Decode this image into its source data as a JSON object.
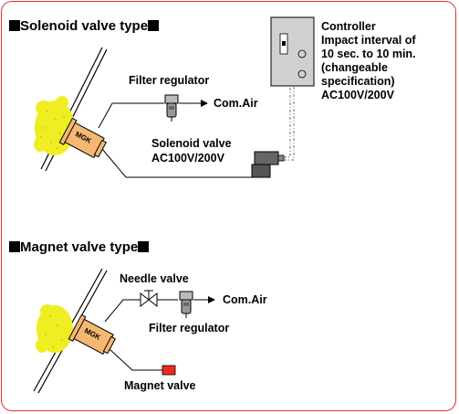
{
  "solenoid_section": {
    "title": "Solenoid valve type",
    "filter_regulator_label": "Filter regulator",
    "com_air_label": "Com.Air",
    "solenoid_valve_label": "Solenoid valve",
    "solenoid_valve_voltage": "AC100V/200V",
    "unit_label": "MGK",
    "controller": {
      "title": "Controller",
      "line1": "Impact interval of",
      "line2": "10 sec. to 10 min.",
      "line3": "(changeable",
      "line4": "specification)",
      "line5": "AC100V/200V"
    }
  },
  "magnet_section": {
    "title": "Magnet valve type",
    "needle_valve_label": "Needle valve",
    "com_air_label": "Com.Air",
    "filter_regulator_label": "Filter regulator",
    "magnet_valve_label": "Magnet valve",
    "unit_label": "MGK"
  },
  "colors": {
    "frame": "#e03030",
    "unit_fill": "#f5b870",
    "dust": "#eeee22",
    "magnet_valve": "#ee2a1a",
    "controller_fill": "#d0d0d0"
  }
}
